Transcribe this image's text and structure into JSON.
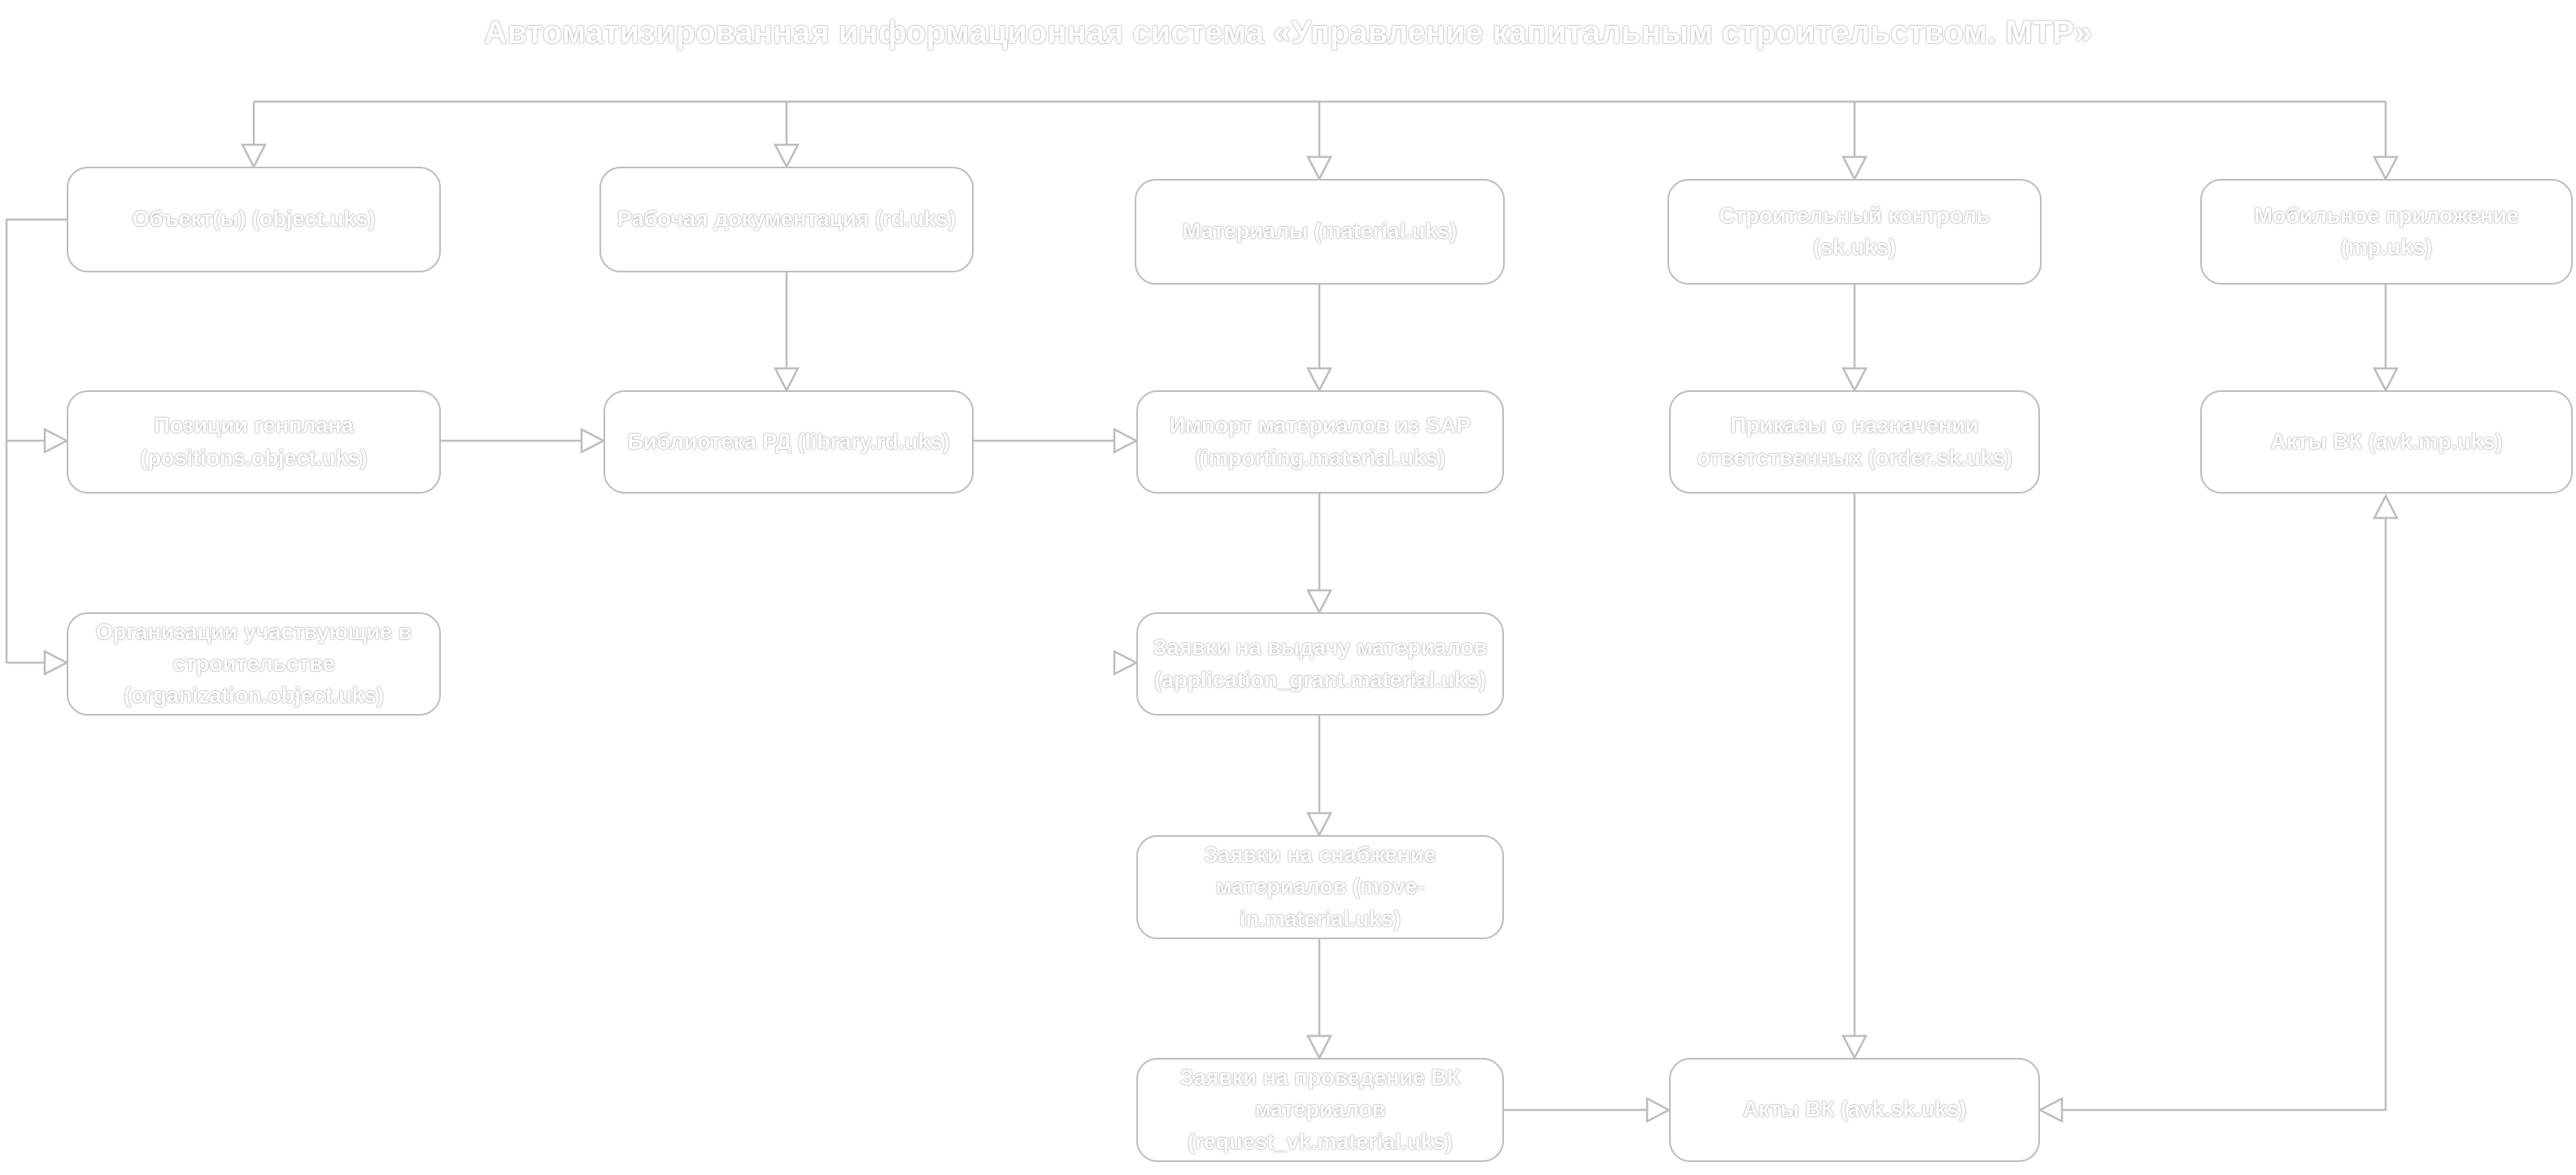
{
  "title": "Автоматизированная информационная система «Управление капитальным строительством. МТР»",
  "nodes": {
    "objects": "Объект(ы) (object.uks)",
    "rd": "Рабочая документация (rd.uks)",
    "materials": "Материалы (material.uks)",
    "sk": "Строительный контроль (sk.uks)",
    "mp": "Мобильное приложение (mp.uks)",
    "positions": "Позиции генплана (positions.object.uks)",
    "library": "Библиотека РД (library.rd.uks)",
    "importing": "Импорт материалов из SAP (importing.material.uks)",
    "order": "Приказы о назначении ответственных (order.sk.uks)",
    "avk_mp": "Акты ВК (avk.mp.uks)",
    "organization": "Организации участвующие в строительстве (organization.object.uks)",
    "application_grant": "Заявки на выдачу материалов (application_grant.material.uks)",
    "move_in": "Заявки на снабжение материалов (move-in.material.uks)",
    "request_vk": "Заявки на проведение ВК материалов (request_vk.material.uks)",
    "avk_sk": "Акты ВК (avk.sk.uks)"
  }
}
